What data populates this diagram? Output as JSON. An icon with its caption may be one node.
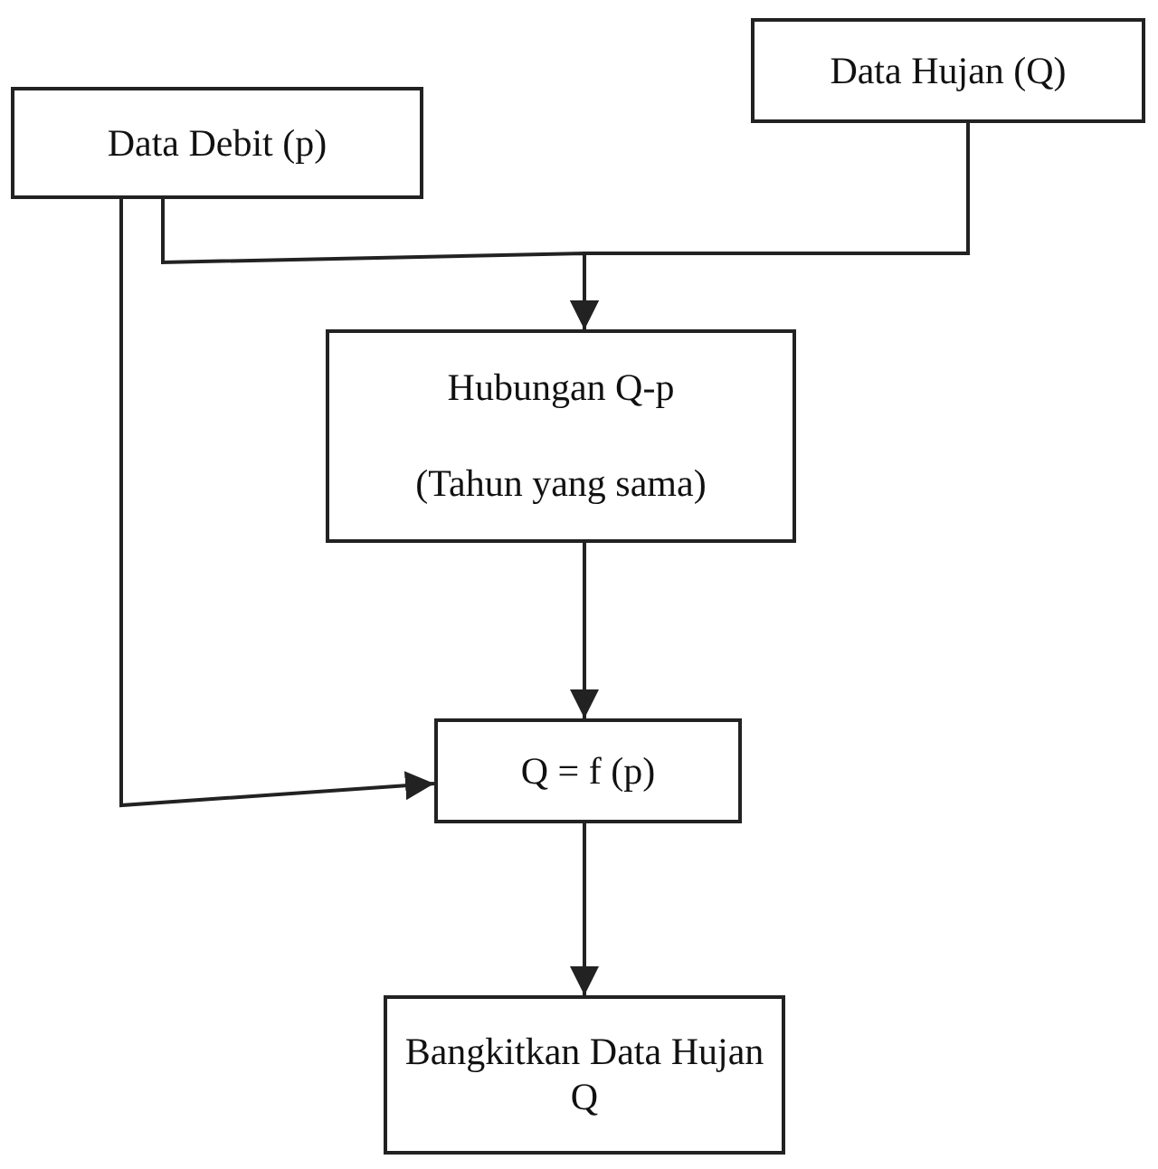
{
  "diagram": {
    "nodes": [
      {
        "text": [
          "Data Debit (p)"
        ]
      },
      {
        "text": [
          "Data Hujan (Q)"
        ]
      },
      {
        "text": [
          "Hubungan Q-p",
          "(Tahun yang sama)"
        ]
      },
      {
        "text": [
          "Q = f (p)"
        ]
      },
      {
        "text": [
          "Bangkitkan Data Hujan Q"
        ]
      }
    ],
    "edges": [
      {
        "from": 0,
        "to": 2,
        "arrow": "to"
      },
      {
        "from": 1,
        "to": 2,
        "arrow": "to"
      },
      {
        "from": 0,
        "to": 3,
        "arrow": "to"
      },
      {
        "from": 2,
        "to": 3,
        "arrow": "to"
      },
      {
        "from": 3,
        "to": 4,
        "arrow": "to"
      }
    ]
  }
}
